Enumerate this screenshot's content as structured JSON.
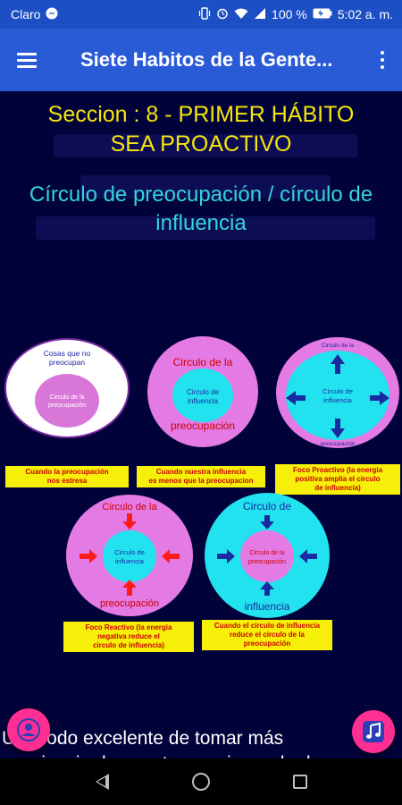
{
  "status_bar": {
    "carrier": "Claro",
    "battery": "100 %",
    "time": "5:02 a. m."
  },
  "app_bar": {
    "title": "Siete Habitos de la Gente..."
  },
  "content": {
    "section_title_line1": "Seccion : 8 - PRIMER HÁBITO",
    "section_title_line2": "SEA PROACTIVO",
    "subtitle_line1": "Círculo de preocupación / círculo de",
    "subtitle_line2": "influencia",
    "body_line1": "Un modo excelente de tomar más",
    "body_line2": "conciencia de nuestro propio grado de"
  },
  "diagrams": {
    "d1": {
      "outer_text_l1": "Cosas que no",
      "outer_text_l2": "preocupan",
      "inner_l1": "Circulo de la",
      "inner_l2": "preocupación",
      "caption_l1": "Cuando la preocupación",
      "caption_l2": "nos estresa"
    },
    "d2": {
      "outer_top": "Circulo de la",
      "outer_bottom": "preocupación",
      "inner_l1": "Circulo de",
      "inner_l2": "influencia",
      "caption_l1": "Cuando nuestra influencia",
      "caption_l2": "es menos que la preocupacion"
    },
    "d3": {
      "outer_top": "Circulo de la",
      "outer_bottom": "preocupación",
      "inner_l1": "Circulo de",
      "inner_l2": "influencia",
      "caption_l1": "Foco Proactivo (la energia",
      "caption_l2": "positiva amplia el circulo",
      "caption_l3": "de influencia)"
    },
    "d4": {
      "outer_top": "Circulo de la",
      "outer_bottom": "preocupación",
      "inner_l1": "Circulo de",
      "inner_l2": "influencia",
      "caption_l1": "Foco Reactivo (la energia",
      "caption_l2": "negativa reduce el",
      "caption_l3": "circulo de influencia)"
    },
    "d5": {
      "outer_top": "Circulo de",
      "outer_bottom": "influencia",
      "inner_l1": "Circulo de la",
      "inner_l2": "preocupación",
      "caption_l1": "Cuando el circulo de influencia",
      "caption_l2": "reduce el circulo de la",
      "caption_l3": "preocupación"
    }
  },
  "icons": {
    "menu": "hamburger-menu-icon",
    "more": "more-vert-icon",
    "profile": "person-icon",
    "music": "music-note-icon"
  },
  "colors": {
    "app_bar": "#2a5bd7",
    "status_bar": "#1d4fc4",
    "background": "#02023a",
    "title_yellow": "#f5e50c",
    "subtitle_cyan": "#33d6d6",
    "fab_pink": "#ff2e93"
  }
}
